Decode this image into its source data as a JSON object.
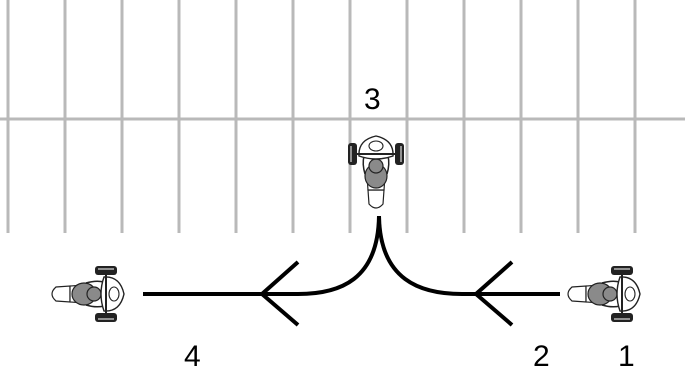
{
  "labels": {
    "position_1": "1",
    "position_2": "2",
    "position_3": "3",
    "position_4": "4"
  },
  "colors": {
    "parking_lines": "#b9b9b9",
    "path": "#000000",
    "vehicle_body": "#ffffff",
    "vehicle_rider": "#8a8a8a",
    "vehicle_outline": "#222222"
  },
  "icons": {
    "vehicle": "three-wheel-motorcycle-top-view-icon",
    "direction": "arrowhead-icon"
  }
}
